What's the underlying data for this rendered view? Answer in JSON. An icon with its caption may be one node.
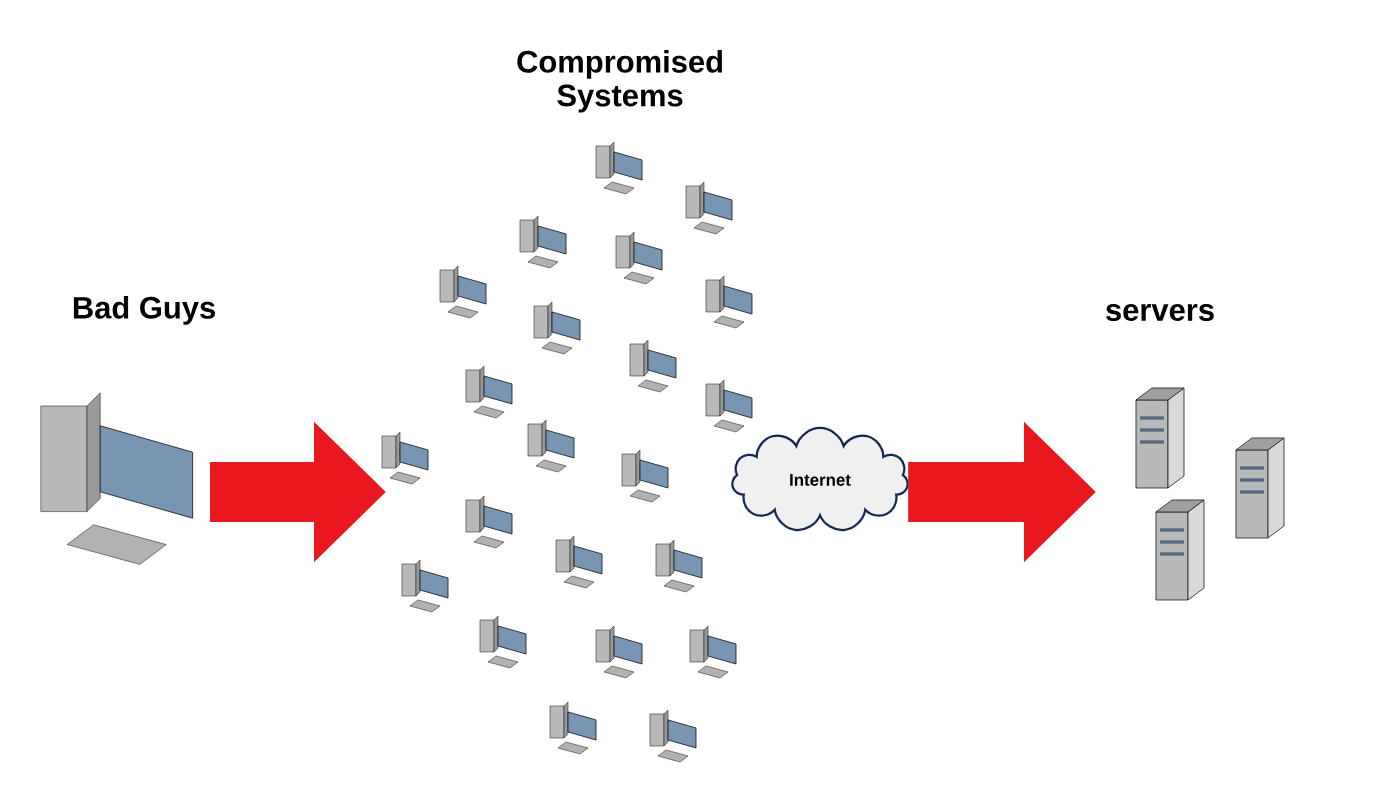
{
  "diagram": {
    "nodes": [
      {
        "text": [
          "Bad Guys"
        ]
      },
      {
        "text": [
          "Compromised Systems"
        ]
      },
      {
        "text": [
          "Internet"
        ]
      },
      {
        "text": [
          "servers"
        ]
      }
    ],
    "edges": [
      {
        "from": 0,
        "to": 1,
        "arrow": "to"
      },
      {
        "from": 2,
        "to": 3,
        "arrow": "to"
      }
    ]
  }
}
